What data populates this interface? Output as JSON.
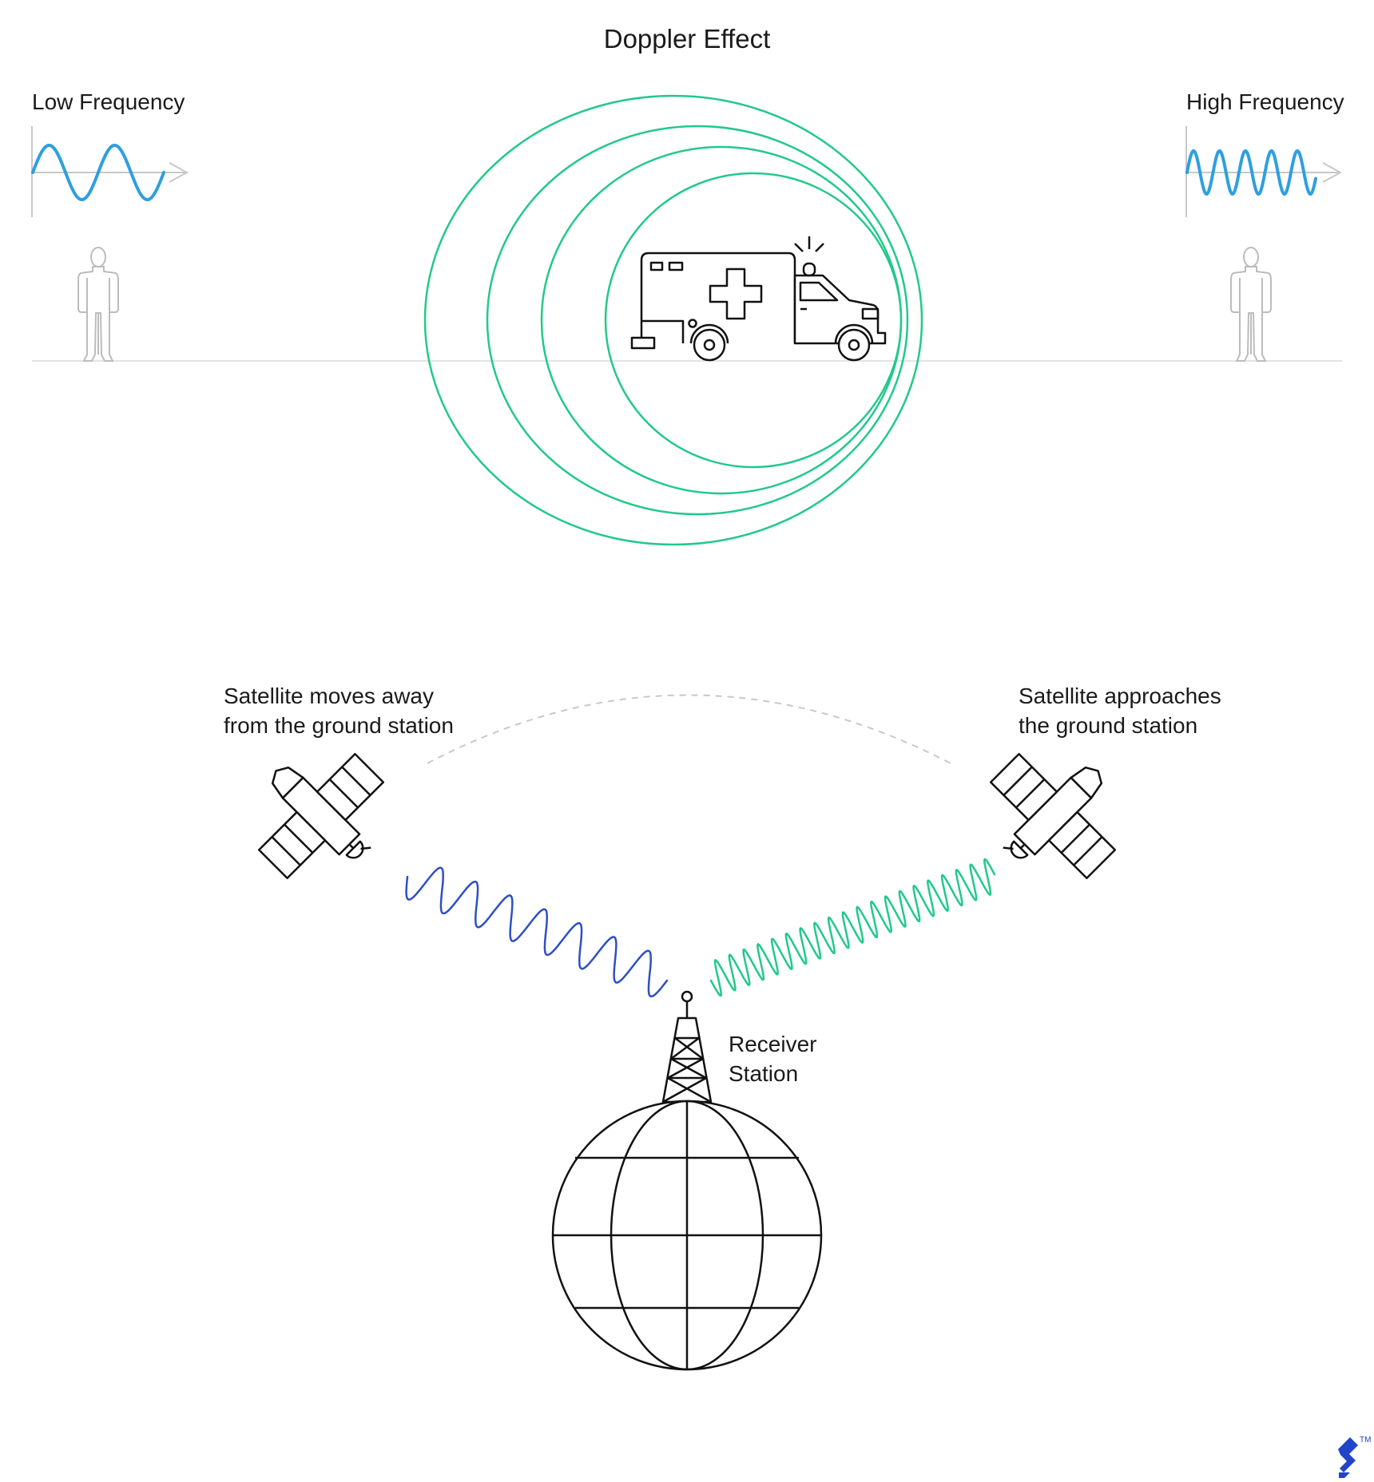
{
  "title": "Doppler Effect",
  "top_panel": {
    "left_label": "Low Frequency",
    "right_label": "High Frequency"
  },
  "bottom_panel": {
    "left_label": [
      "Satellite moves away",
      "from the ground station"
    ],
    "right_label": [
      "Satellite approaches",
      "the ground station"
    ],
    "station_label": [
      "Receiver",
      "Station"
    ]
  },
  "colors": {
    "wave_blue": "#2e9fe0",
    "ring_green": "#22c98a",
    "signal_dark_blue": "#2e4fc4",
    "signal_green": "#22c98a",
    "line_art": "#111111",
    "light_gray": "#c8c8c8",
    "logo_blue": "#2045c8"
  },
  "icons": [
    "ambulance-icon",
    "person-icon",
    "satellite-icon",
    "antenna-tower-icon",
    "globe-icon",
    "logo-icon"
  ]
}
